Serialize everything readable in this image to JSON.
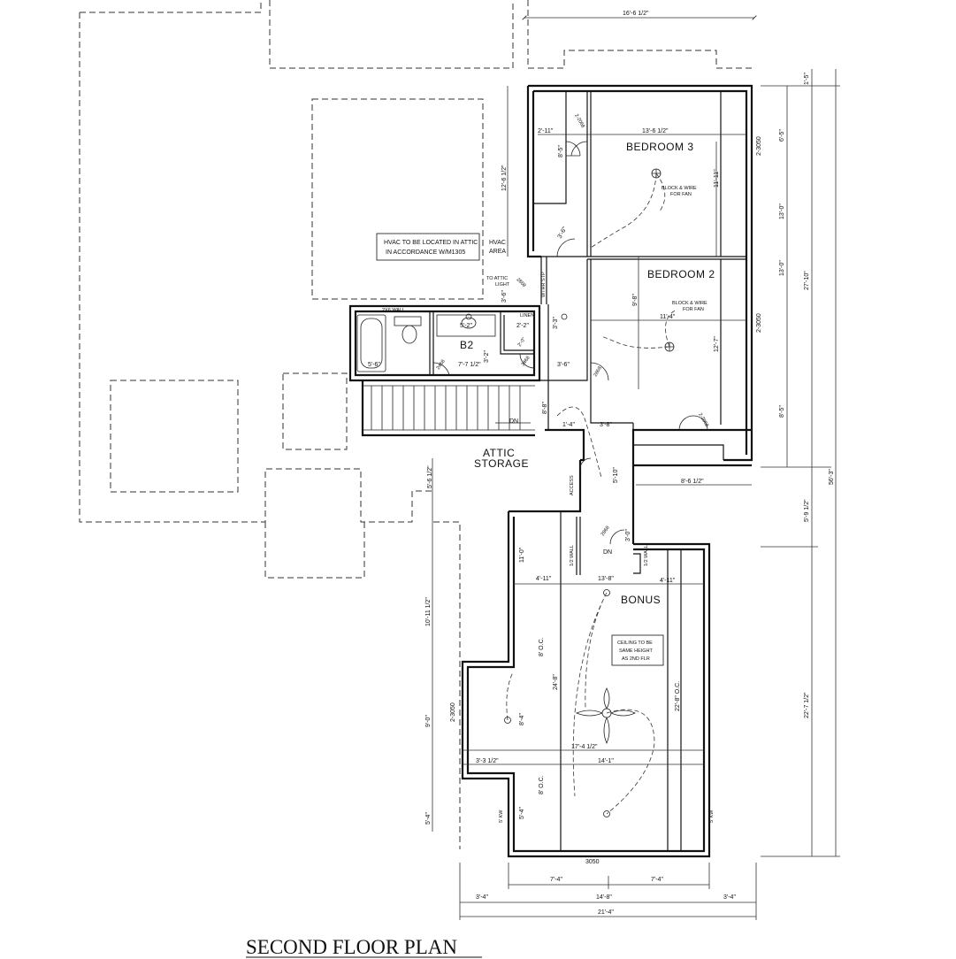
{
  "title": "SECOND FLOOR PLAN",
  "rooms": {
    "bedroom3": "BEDROOM 3",
    "bedroom2": "BEDROOM 2",
    "b2": "B2",
    "attic_line1": "ATTIC",
    "attic_line2": "STORAGE",
    "bonus": "BONUS"
  },
  "notes": {
    "hvac_line1": "HVAC TO BE LOCATED IN ATTIC",
    "hvac_line2": "IN ACCORDANCE W/M1305",
    "hvac_area_1": "HVAC",
    "hvac_area_2": "AREA",
    "to_attic_1": "TO ATTIC",
    "to_attic_2": "LIGHT",
    "fan3_1": "BLOCK & WIRE",
    "fan3_2": "FOR FAN",
    "fan2_1": "BLOCK & WIRE",
    "fan2_2": "FOR FAN",
    "ceiling_1": "CEILING TO BE",
    "ceiling_2": "SAME HEIGHT",
    "ceiling_3": "AS 2ND FLR",
    "wall_2x6": "2X6 WALL",
    "linen": "LINEN",
    "wh": "WTHR STP",
    "dn1": "DN",
    "dn2": "DN",
    "access": "ACCESS",
    "knee1": "5' KW",
    "knee2": "5' KW",
    "half_wall1": "1/2 WALL",
    "half_wall2": "1/2 WALL"
  },
  "dimensions": {
    "top_overall": "16'-6 1/2\"",
    "right_top": "1'-5\"",
    "right_b3": "6'-5\"",
    "right_b3b": "13'-0\"",
    "right_b2": "13'-0\"",
    "right_total_a": "27'-10\"",
    "right_b2b": "8'-5\"",
    "right_total": "56'-3\"",
    "right_mid": "5'-9 1/2\"",
    "right_bonus": "22'-7 1/2\"",
    "b3_width": "13'-6 1/2\"",
    "b3_depth": "11'-11\"",
    "b3_closet": "2'-11\"",
    "b3_door": "2-2068",
    "b3_side": "8'-5\"",
    "left_b3": "12'-6 1/2\"",
    "b3_win": "2-3050",
    "b2_win": "2-3050",
    "b2_width": "11'-4\"",
    "b2_depth": "12'-7\"",
    "b2_left": "9'-8\"",
    "b2_door": "2868",
    "b2_closet": "2-2068",
    "hall_36": "3'-6\"",
    "hall_36b": "3'-6\"",
    "hall_36c": "3'-6\"",
    "attic_door": "2868",
    "b2_bath_w": "7'-7 1/2\"",
    "bath_tub": "5'-6\"",
    "bath_door": "2468",
    "bath_door2": "2468",
    "bath_32": "3'-2\"",
    "linen_w": "2'-2\"",
    "linen_d": "2'-0\"",
    "hall_1": "5'-2\"",
    "hall_2": "3'-3\"",
    "hall_2b": "1'-4\"",
    "hall_38": "3'-8\"",
    "stairs_d": "8'-8\"",
    "attic_left": "5'-6 1/2\"",
    "access_d": "5'-10\"",
    "closet_86": "8'-6 1/2\"",
    "closet_30": "3'-0\"",
    "bonus_door": "2868",
    "bonus_110": "11'-0\"",
    "bonus_411a": "4'-11\"",
    "bonus_138": "13'-8\"",
    "bonus_411b": "4'-11\"",
    "left_1011": "10'-11 1/2\"",
    "left_90": "9'-0\"",
    "left_54": "5'-4\"",
    "bonus_oc1": "8' O.C.",
    "bonus_oc2": "22'-8\" O.C.",
    "bonus_oc3": "8' O.C.",
    "bonus_248": "24'-8\"",
    "bonus_84": "8'-4\"",
    "bonus_174": "17'-4 1/2\"",
    "bonus_331": "3'-3 1/2\"",
    "bonus_141": "14'-1\"",
    "bonus_win": "2-3050",
    "bonus_54": "5'-4\"",
    "bot_win": "3050",
    "bot_74a": "7'-4\"",
    "bot_74b": "7'-4\"",
    "bot_34a": "3'-4\"",
    "bot_148": "14'-8\"",
    "bot_34b": "3'-4\"",
    "bot_total": "21'-4\""
  }
}
